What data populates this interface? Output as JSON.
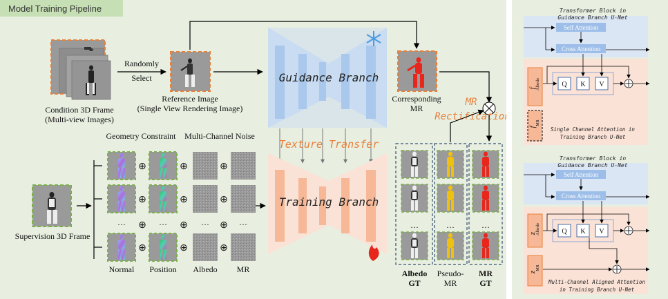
{
  "main_panel": {
    "title": "Model Training Pipeline",
    "condition_label_1": "Condition 3D Frame",
    "condition_label_2": "(Multi-view Images)",
    "randomly": "Randomly",
    "select": "Select",
    "reference_label_1": "Reference Image",
    "reference_label_2": "(Single View Rendering Image)",
    "guidance_branch": "Guidance Branch",
    "training_branch": "Training Branch",
    "texture_transfer": "Texture Transfer",
    "corresponding_1": "Corresponding",
    "corresponding_2": "MR",
    "mr_rect_1": "MR",
    "mr_rect_2": "Rectification",
    "geometry_constraint": "Geometry Constraint",
    "multi_channel_noise": "Multi-Channel Noise",
    "supervision": "Supervision 3D Frame",
    "ellipsis": "···",
    "col_normal": "Normal",
    "col_position": "Position",
    "col_albedo": "Albedo",
    "col_mr": "MR",
    "gt_albedo_1": "Albedo",
    "gt_albedo_2": "GT",
    "gt_pseudo_1": "Pseudo-",
    "gt_pseudo_2": "MR",
    "gt_mr_1": "MR",
    "gt_mr_2": "GT",
    "oplus": "⊕"
  },
  "right_panel": {
    "top": {
      "title_1": "Transformer Block in",
      "title_2": "Guidance Branch U-Net",
      "self_attention": "Self Attention",
      "cross_attention": "Cross Attention",
      "q": "Q",
      "k": "K",
      "v": "V",
      "f_albedo": "f",
      "f_albedo_sub": "Albedo",
      "f_mr": "f",
      "f_mr_sub": "MR",
      "caption_1": "Single Channel Attention in",
      "caption_2": "Training Branch U-Net"
    },
    "bottom": {
      "title_1": "Transformer Block in",
      "title_2": "Guidance Branch U-Net",
      "self_attention": "Self Attention",
      "cross_attention": "Cross Attention",
      "q": "Q",
      "k": "K",
      "v": "V",
      "z_albedo": "z",
      "z_albedo_sub": "Albedo",
      "z_mr": "z",
      "z_mr_sub": "MR",
      "caption_1": "Multi-Channel Aligned Attention",
      "caption_2": "in Training Branch U-Net"
    }
  },
  "colors": {
    "panel_bg": "#e8eee0",
    "title_bg": "#c6dfb4",
    "guidance_blue": "#c9dcf2",
    "guidance_bar": "#a9c8ec",
    "training_pink": "#fbe2d6",
    "training_bar": "#f6b897",
    "accent_orange": "#e8803a",
    "green_dash": "#7ab04a",
    "mr_red": "#e8261c",
    "pseudo_yellow": "#f0c010"
  }
}
